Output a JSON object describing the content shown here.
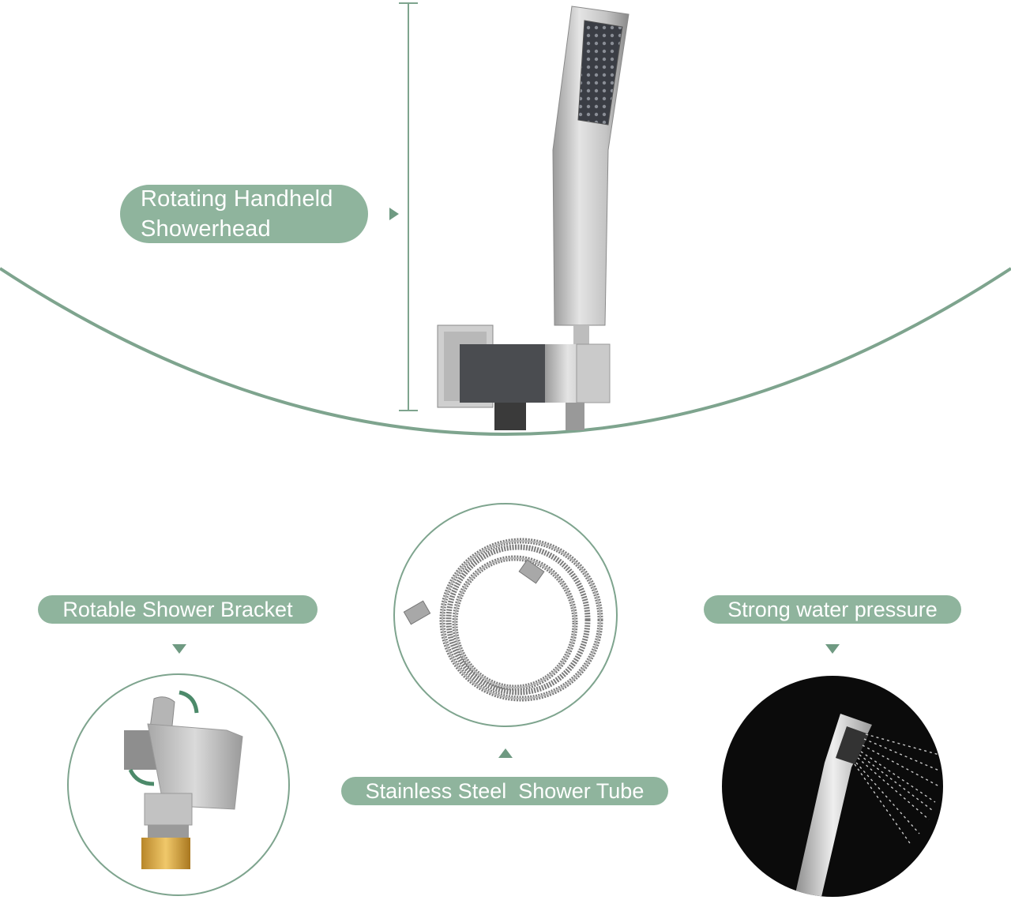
{
  "labels": {
    "handheld": "Rotating Handheld\nShowerhead",
    "bracket": "Rotable Shower Bracket",
    "tube": "Stainless Steel  Shower Tube",
    "pressure": "Strong water pressure"
  },
  "colors": {
    "accent_green": "#8fb49d",
    "line_green": "#7ea48e",
    "background": "#ffffff",
    "chrome": "#c9c9c9",
    "dark_panel": "#0b0b0b"
  },
  "icons": {
    "arrow_right": "triangle-right",
    "arrow_down": "triangle-down",
    "arrow_up": "triangle-up",
    "rotate": "curved-arrow"
  }
}
